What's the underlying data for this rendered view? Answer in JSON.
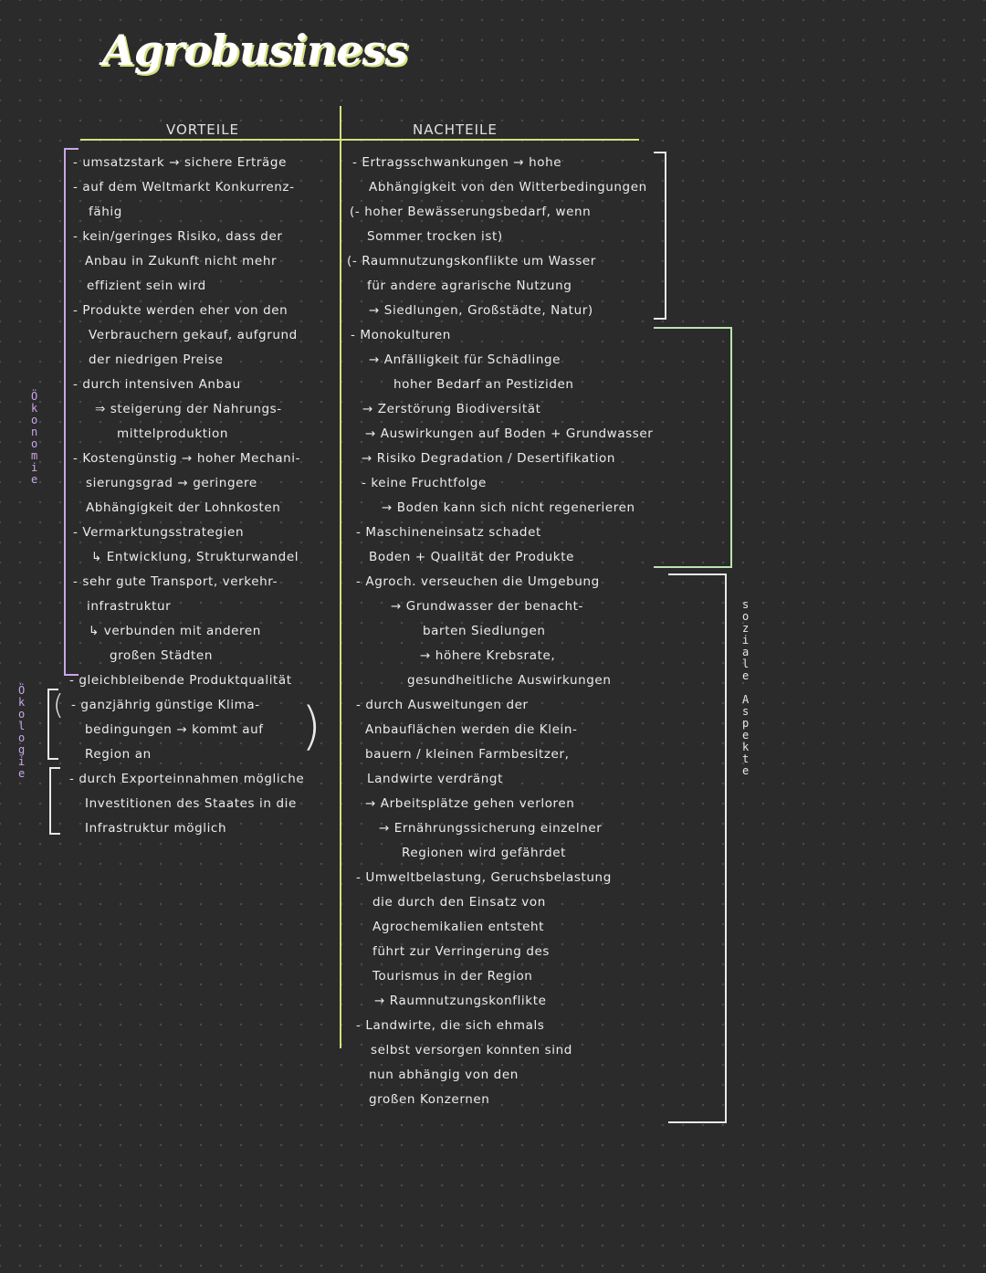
{
  "title": "Agrobusiness",
  "columns": {
    "left": "VORTEILE",
    "right": "NACHTEILE"
  },
  "side_labels": {
    "oekonomie": "Ökonomie",
    "oekologie": "Ökologie",
    "soziale": "soziale Aspekte"
  },
  "colors": {
    "accent": "#d6e07a",
    "purple": "#c9a7e8",
    "green": "#b9e3b0",
    "white": "#e8e8e8",
    "background": "#2b2b2b"
  },
  "vorteile": [
    "- umsatzstark → sichere Erträge",
    "- auf dem Weltmarkt Konkurrenz-",
    "fähig",
    "- kein/geringes Risiko, dass der",
    "Anbau in Zukunft nicht mehr",
    "effizient sein wird",
    "- Produkte werden eher von den",
    "Verbrauchern gekauf, aufgrund",
    "der niedrigen Preise",
    "- durch intensiven Anbau",
    "⇒ steigerung der Nahrungs-",
    "mittelproduktion",
    "- Kostengünstig → hoher Mechani-",
    "sierungsgrad → geringere",
    "Abhängigkeit der Lohnkosten",
    "- Vermarktungsstrategien",
    "↳ Entwicklung, Strukturwandel",
    "- sehr gute Transport, verkehr-",
    "infrastruktur",
    "↳ verbunden mit anderen",
    "großen Städten",
    "- gleichbleibende Produktqualität",
    "- ganzjährig günstige Klima-",
    "bedingungen → kommt auf",
    "Region an",
    "- durch Exporteinnahmen mögliche",
    "Investitionen des Staates in die",
    "Infrastruktur möglich"
  ],
  "nachteile": [
    "- Ertragsschwankungen → hohe",
    "Abhängigkeit von den Witterbedingungen",
    "(- hoher Bewässerungsbedarf, wenn",
    "Sommer trocken ist)",
    "(- Raumnutzungskonflikte um Wasser",
    "für andere agrarische Nutzung",
    "→ Siedlungen, Großstädte, Natur)",
    "- Monokulturen",
    "→ Anfälligkeit für Schädlinge",
    "hoher Bedarf an Pestiziden",
    "→ Zerstörung Biodiversität",
    "→ Auswirkungen auf Boden + Grundwasser",
    "→ Risiko Degradation / Desertifikation",
    "- keine Fruchtfolge",
    "→ Boden kann sich nicht regenerieren",
    "- Maschineneinsatz schadet",
    "Boden + Qualität der Produkte",
    "- Agroch. verseuchen die Umgebung",
    "→ Grundwasser der benacht-",
    "barten Siedlungen",
    "→ höhere Krebsrate,",
    "gesundheitliche Auswirkungen",
    "- durch Ausweitungen der",
    "Anbauflächen werden die Klein-",
    "bauern / kleinen Farmbesitzer,",
    "Landwirte verdrängt",
    "→ Arbeitsplätze gehen verloren",
    "→ Ernährungssicherung einzelner",
    "Regionen wird gefährdet",
    "- Umweltbelastung, Geruchsbelastung",
    "die durch den Einsatz von",
    "Agrochemikalien entsteht",
    "führt zur Verringerung des",
    "Tourismus in der Region",
    "→ Raumnutzungskonflikte",
    "- Landwirte, die sich ehmals",
    "selbst versorgen konnten sind",
    "nun abhängig von den",
    "großen Konzernen"
  ]
}
